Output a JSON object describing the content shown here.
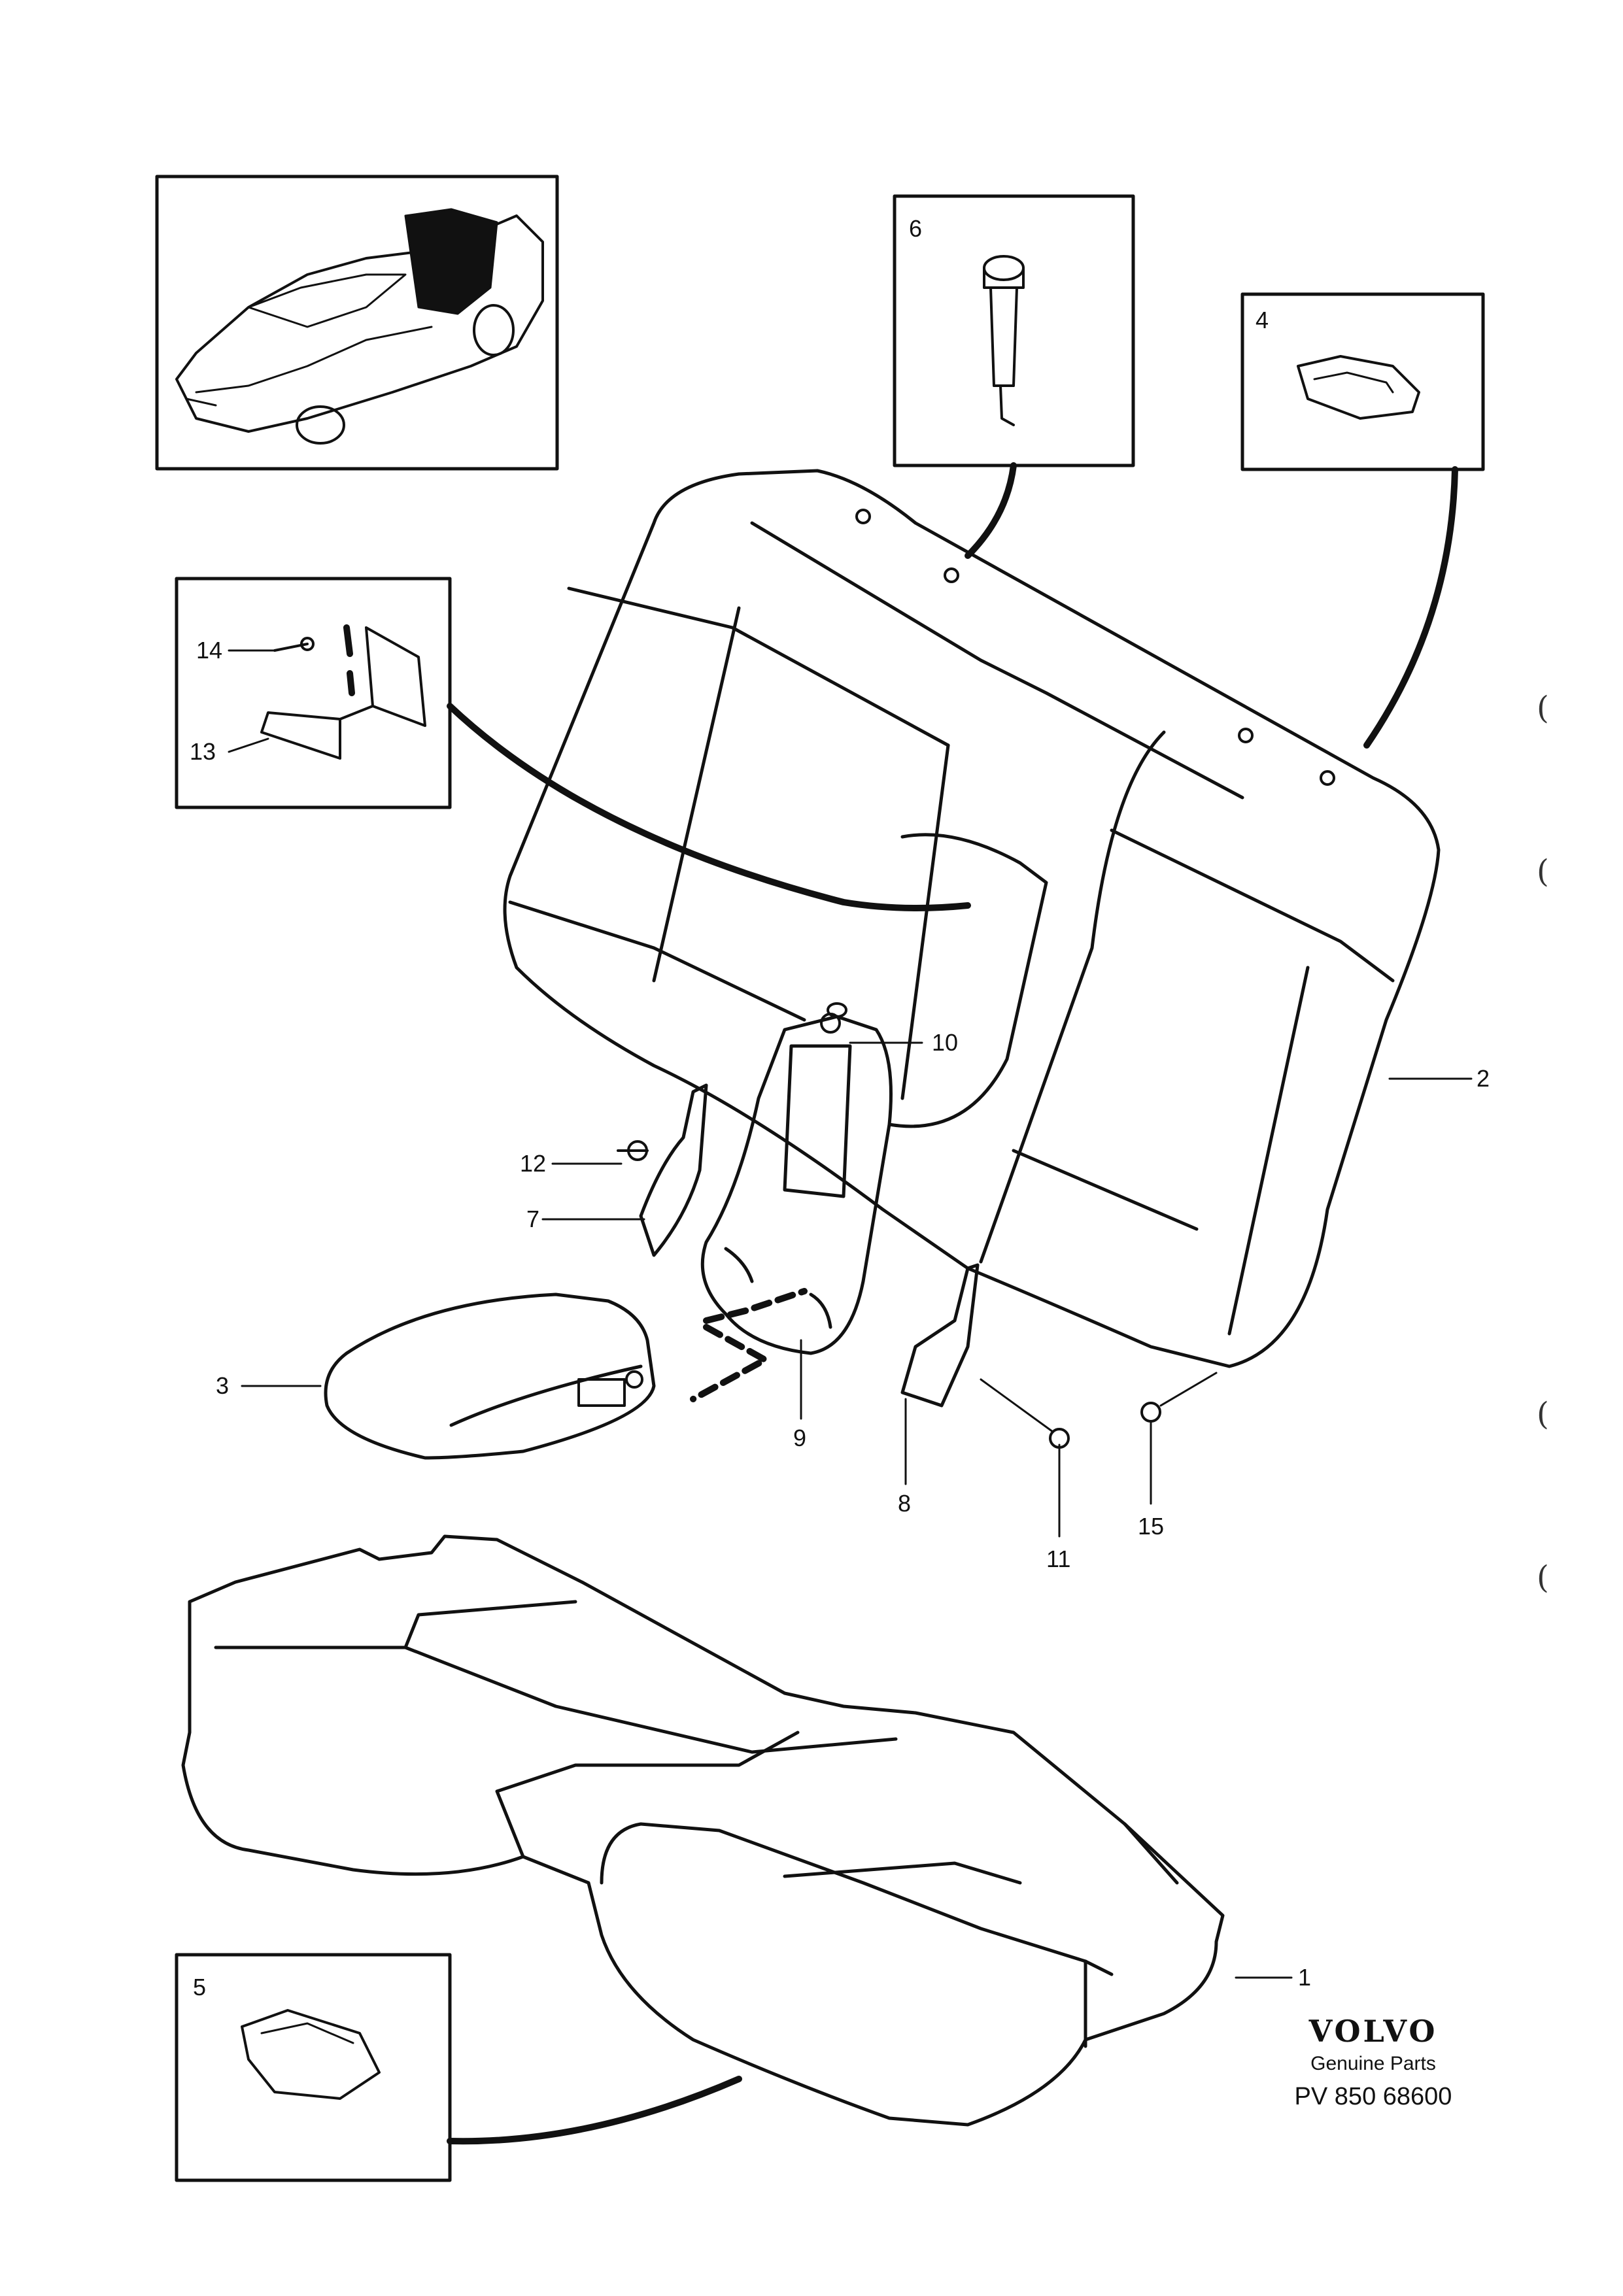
{
  "callouts": {
    "c1": "1",
    "c2": "2",
    "c3": "3",
    "c4": "4",
    "c5": "5",
    "c6": "6",
    "c7": "7",
    "c8": "8",
    "c9": "9",
    "c10": "10",
    "c11": "11",
    "c12": "12",
    "c13": "13",
    "c14": "14",
    "c15": "15"
  },
  "margin_marks": "(",
  "brand": {
    "logo": "VOLVO",
    "subtitle": "Genuine Parts",
    "code": "PV 850 68600"
  }
}
